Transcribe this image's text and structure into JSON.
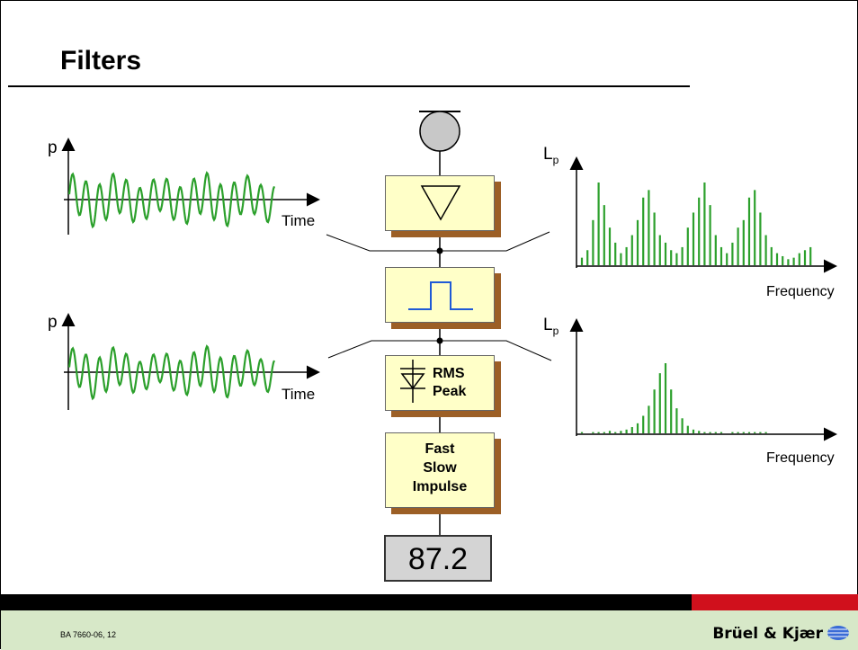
{
  "title": "Filters",
  "left_upper": {
    "y_label": "p",
    "x_label": "Time"
  },
  "left_lower": {
    "y_label": "p",
    "x_label": "Time"
  },
  "right_upper": {
    "y_label": "L",
    "y_sub": "p",
    "x_label": "Frequency"
  },
  "right_lower": {
    "y_label": "L",
    "y_sub": "p",
    "x_label": "Frequency"
  },
  "detector": {
    "line1": "RMS",
    "line2": "Peak"
  },
  "time_weighting": {
    "line1": "Fast",
    "line2": "Slow",
    "line3": "Impulse"
  },
  "display_value": "87.2",
  "footer": {
    "doc_id": "BA 7660-06, 12",
    "brand": "Brüel & Kjær"
  },
  "colors": {
    "signal": "#2ca02c",
    "filter_shape": "#1f5ad6",
    "block_fill": "#ffffc8",
    "block_shadow": "#9c5f26",
    "footer_green": "#d7e8c8",
    "footer_red": "#d0101c"
  },
  "spectrum_upper_levels": [
    5,
    10,
    30,
    55,
    40,
    25,
    15,
    8,
    12,
    20,
    30,
    45,
    50,
    35,
    20,
    15,
    10,
    8,
    12,
    25,
    35,
    45,
    55,
    40,
    20,
    12,
    8,
    15,
    25,
    30,
    45,
    50,
    35,
    20,
    12,
    8,
    6,
    4,
    5,
    8,
    10,
    12
  ],
  "spectrum_lower_levels": [
    1,
    0,
    1,
    1,
    1,
    2,
    1,
    2,
    3,
    5,
    8,
    14,
    22,
    35,
    48,
    56,
    35,
    20,
    12,
    6,
    3,
    2,
    1,
    1,
    1,
    1,
    0,
    1,
    1,
    1,
    1,
    1,
    1,
    1
  ]
}
